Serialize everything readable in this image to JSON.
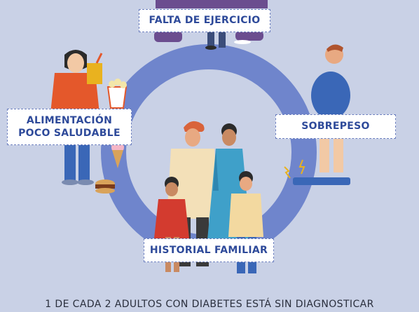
{
  "labels": {
    "falta_ejercicio": "FALTA DE EJERCICIO",
    "alimentacion_line1": "ALIMENTACIÓN",
    "alimentacion_line2": "POCO SALUDABLE",
    "sobrepeso": "SOBREPESO",
    "historial": "HISTORIAL FAMILIAR"
  },
  "footer": "1 DE CADA 2 ADULTOS CON DIABETES ESTÁ SIN DIAGNOSTICAR",
  "colors": {
    "background": "#c9d1e6",
    "ring": "#6f85cc",
    "label_text": "#2e4a9a",
    "label_border": "#6c7fbf"
  }
}
